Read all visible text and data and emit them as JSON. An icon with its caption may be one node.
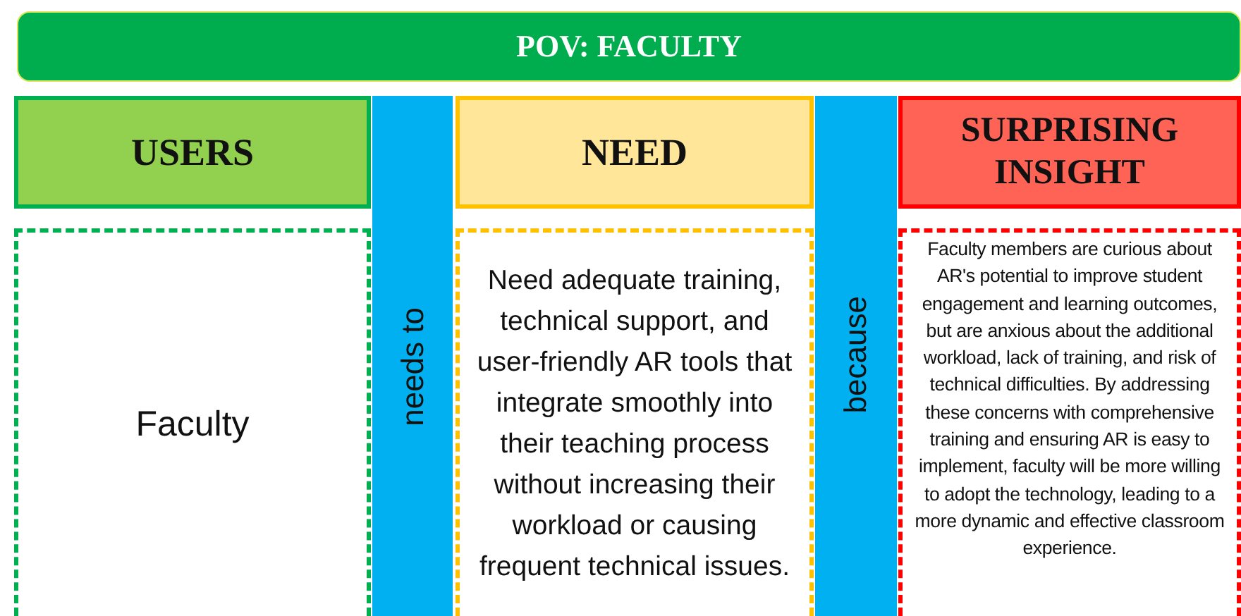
{
  "diagram": {
    "nodes": [
      {
        "text": [
          "POV: FACULTY"
        ]
      },
      {
        "text": [
          "USERS"
        ]
      },
      {
        "text": [
          "needs to"
        ]
      },
      {
        "text": [
          "NEED"
        ]
      },
      {
        "text": [
          "because"
        ]
      },
      {
        "text": [
          "SURPRISING INSIGHT"
        ]
      },
      {
        "text": [
          "Faculty"
        ]
      },
      {
        "text": [
          "Need adequate training, technical support, and user-friendly AR tools that integrate smoothly into their teaching process without increasing their workload or causing frequent technical issues."
        ]
      },
      {
        "text": [
          "Faculty members are curious about AR's potential to improve student engagement and learning outcomes, but are anxious about the additional workload, lack of training, and risk of technical difficulties. By addressing these concerns with comprehensive training and ensuring AR is easy to implement, faculty will be more willing to adopt the technology, leading to a more dynamic and effective classroom experience."
        ]
      }
    ]
  }
}
